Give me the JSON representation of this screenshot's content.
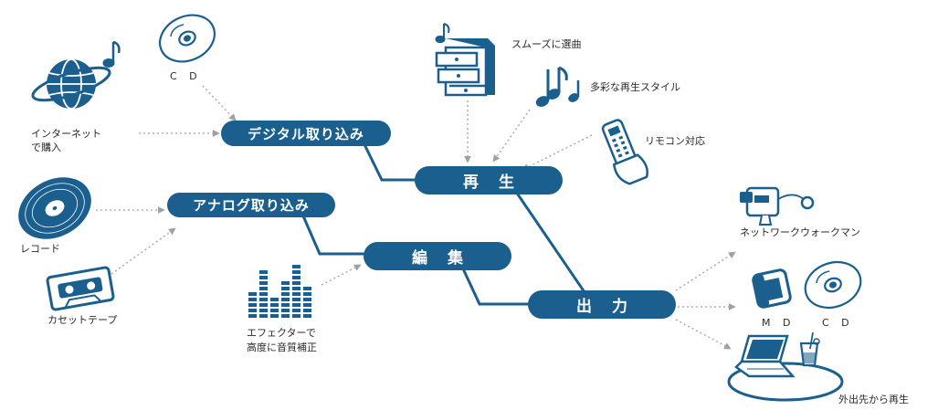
{
  "nodes": {
    "digital_capture": "デジタル取り込み",
    "analog_capture": "アナログ取り込み",
    "playback": "再 生",
    "edit": "編 集",
    "output": "出 力"
  },
  "labels": {
    "cd_top": "C D",
    "internet_purchase_line1": "インターネット",
    "internet_purchase_line2": "で購入",
    "record": "レコード",
    "cassette_tape": "カセットテープ",
    "effector_line1": "エフェクターで",
    "effector_line2": "高度に音質補正",
    "smooth_selection": "スムーズに選曲",
    "various_styles": "多彩な再生スタイル",
    "remote_control": "リモコン対応",
    "network_walkman": "ネットワークウォークマン",
    "md": "M D",
    "cd_output": "C D",
    "play_outside": "外出先から再生"
  },
  "colors": {
    "node_fill": "#1a5f8e",
    "line": "#1a5f8e",
    "icon": "#1a5f8e",
    "dotted_arrow": "#a0a0a0"
  }
}
